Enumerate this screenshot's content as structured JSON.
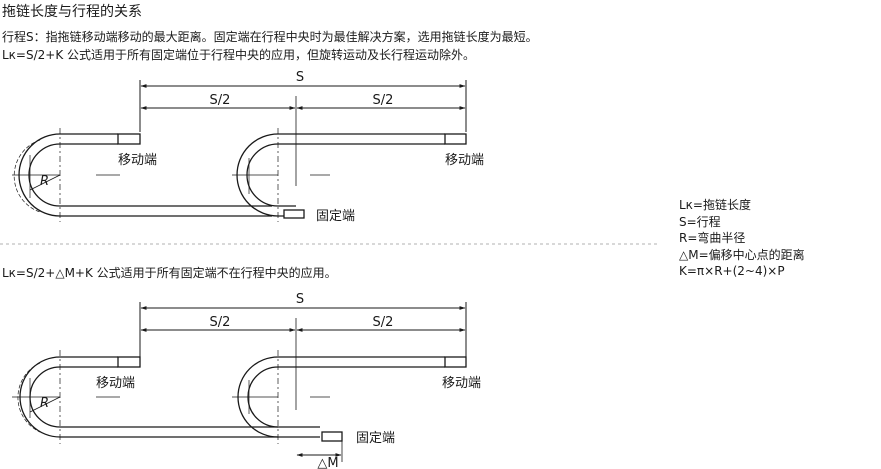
{
  "title": "拖链长度与行程的关系",
  "desc1": "行程S：指拖链移动端移动的最大距离。固定端在行程中央时为最佳解决方案，选用拖链长度为最短。",
  "desc2": "Lк=S/2+K  公式适用于所有固定端位于行程中央的应用，但旋转运动及长行程运动除外。",
  "desc3": "Lк=S/2+△M+K  公式适用于所有固定端不在行程中央的应用。",
  "diagram1": {
    "dim_s": "S",
    "dim_half_left": "S/2",
    "dim_half_right": "S/2",
    "label_moving_left": "移动端",
    "label_moving_right": "移动端",
    "label_fixed": "固定端",
    "label_radius": "R"
  },
  "diagram2": {
    "dim_s": "S",
    "dim_half_left": "S/2",
    "dim_half_right": "S/2",
    "label_moving_left": "移动端",
    "label_moving_right": "移动端",
    "label_fixed": "固定端",
    "label_radius": "R",
    "label_delta_m": "△M"
  },
  "legend": [
    "Lк=拖链长度",
    "S=行程",
    "R=弯曲半径",
    "△M=偏移中心点的距离",
    "K=π×R+(2~4)×P"
  ]
}
